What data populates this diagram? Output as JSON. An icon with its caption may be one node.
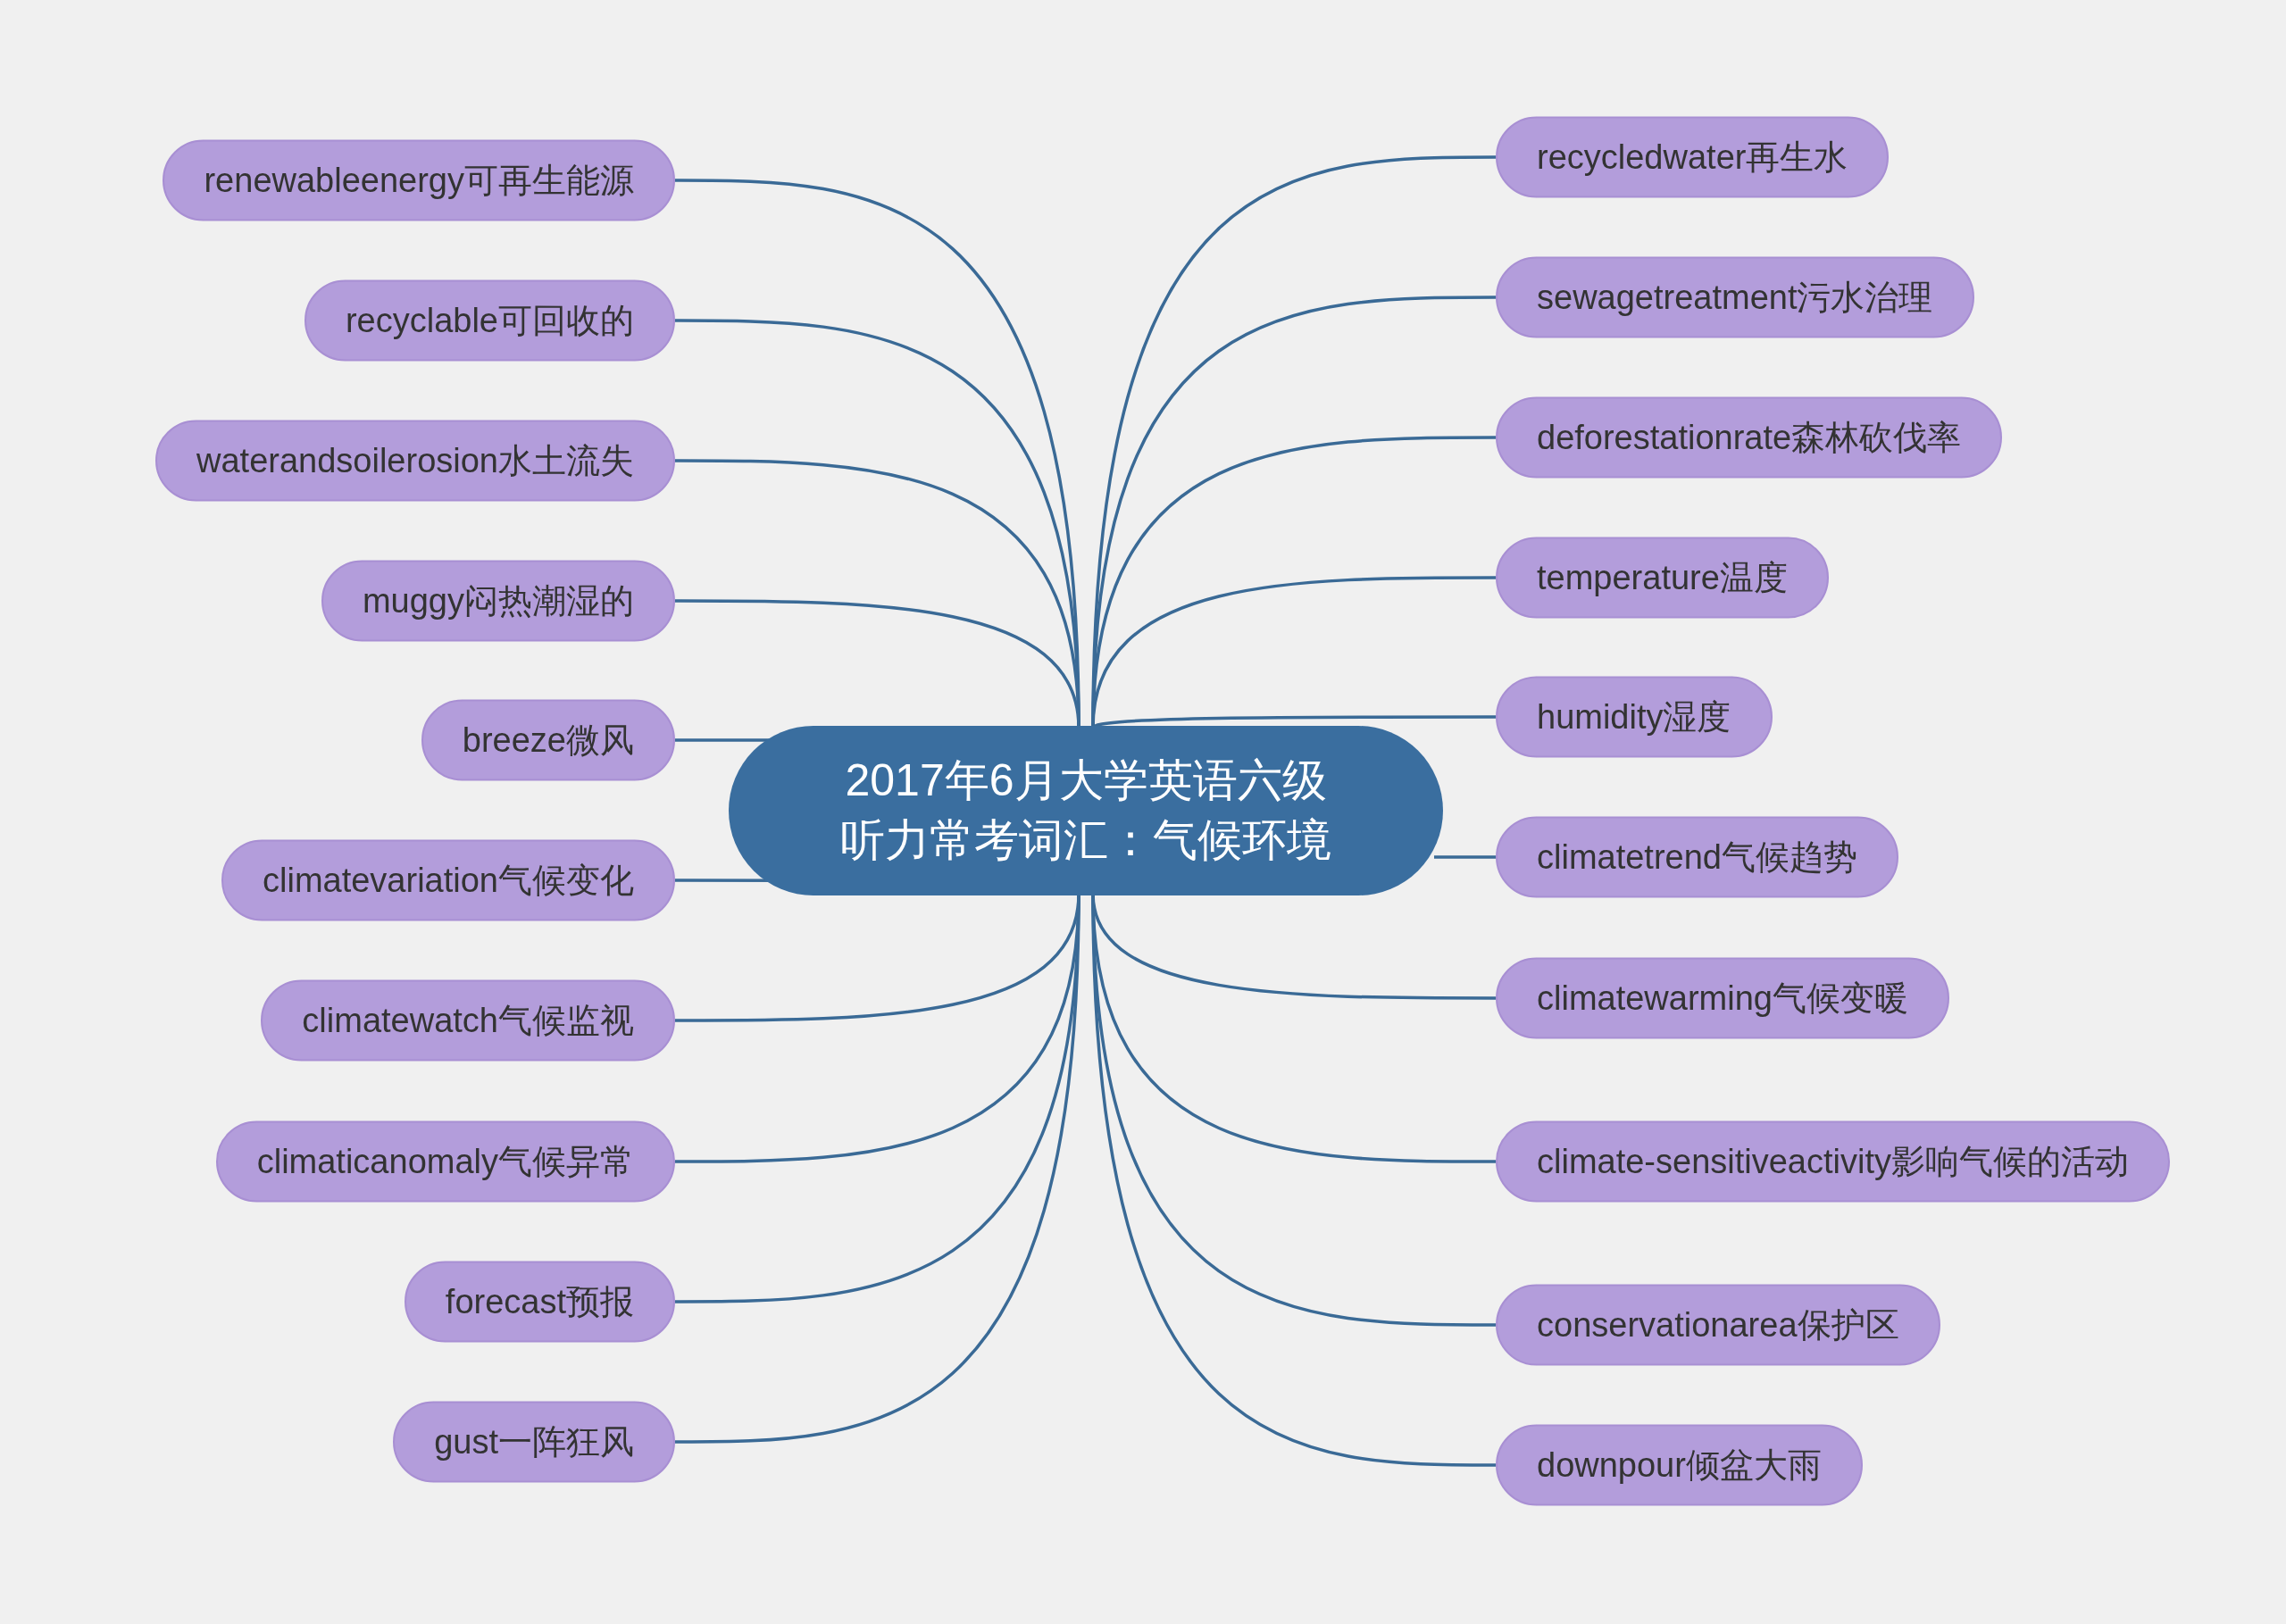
{
  "diagram": {
    "nodes": [
      {
        "text": [
          "2017年6月大学英语六级听力常考词汇：气候环境"
        ]
      },
      {
        "text": [
          "renewableenergy可再生能源"
        ]
      },
      {
        "text": [
          "recyclable可回收的"
        ]
      },
      {
        "text": [
          "waterandsoilerosion水土流失"
        ]
      },
      {
        "text": [
          "muggy闷热潮湿的"
        ]
      },
      {
        "text": [
          "breeze微风"
        ]
      },
      {
        "text": [
          "climatevariation气候变化"
        ]
      },
      {
        "text": [
          "climatewatch气候监视"
        ]
      },
      {
        "text": [
          "climaticanomaly气候异常"
        ]
      },
      {
        "text": [
          "forecast预报"
        ]
      },
      {
        "text": [
          "gust一阵狂风"
        ]
      },
      {
        "text": [
          "recycledwater再生水"
        ]
      },
      {
        "text": [
          "sewagetreatment污水治理"
        ]
      },
      {
        "text": [
          "deforestationrate森林砍伐率"
        ]
      },
      {
        "text": [
          "temperature温度"
        ]
      },
      {
        "text": [
          "humidity湿度"
        ]
      },
      {
        "text": [
          "climatetrend气候趋势"
        ]
      },
      {
        "text": [
          "climatewarming气候变暖"
        ]
      },
      {
        "text": [
          "climate-sensitiveactivity影响气候的活动"
        ]
      },
      {
        "text": [
          "conservationarea保护区"
        ]
      },
      {
        "text": [
          "downpour倾盆大雨"
        ]
      }
    ],
    "edges": [
      {
        "from": 0,
        "to": 1,
        "arrow": "none"
      },
      {
        "from": 0,
        "to": 2,
        "arrow": "none"
      },
      {
        "from": 0,
        "to": 3,
        "arrow": "none"
      },
      {
        "from": 0,
        "to": 4,
        "arrow": "none"
      },
      {
        "from": 0,
        "to": 5,
        "arrow": "none"
      },
      {
        "from": 0,
        "to": 6,
        "arrow": "none"
      },
      {
        "from": 0,
        "to": 7,
        "arrow": "none"
      },
      {
        "from": 0,
        "to": 8,
        "arrow": "none"
      },
      {
        "from": 0,
        "to": 9,
        "arrow": "none"
      },
      {
        "from": 0,
        "to": 10,
        "arrow": "none"
      },
      {
        "from": 0,
        "to": 11,
        "arrow": "none"
      },
      {
        "from": 0,
        "to": 12,
        "arrow": "none"
      },
      {
        "from": 0,
        "to": 13,
        "arrow": "none"
      },
      {
        "from": 0,
        "to": 14,
        "arrow": "none"
      },
      {
        "from": 0,
        "to": 15,
        "arrow": "none"
      },
      {
        "from": 0,
        "to": 16,
        "arrow": "none"
      },
      {
        "from": 0,
        "to": 17,
        "arrow": "none"
      },
      {
        "from": 0,
        "to": 18,
        "arrow": "none"
      },
      {
        "from": 0,
        "to": 19,
        "arrow": "none"
      },
      {
        "from": 0,
        "to": 20,
        "arrow": "none"
      }
    ]
  }
}
